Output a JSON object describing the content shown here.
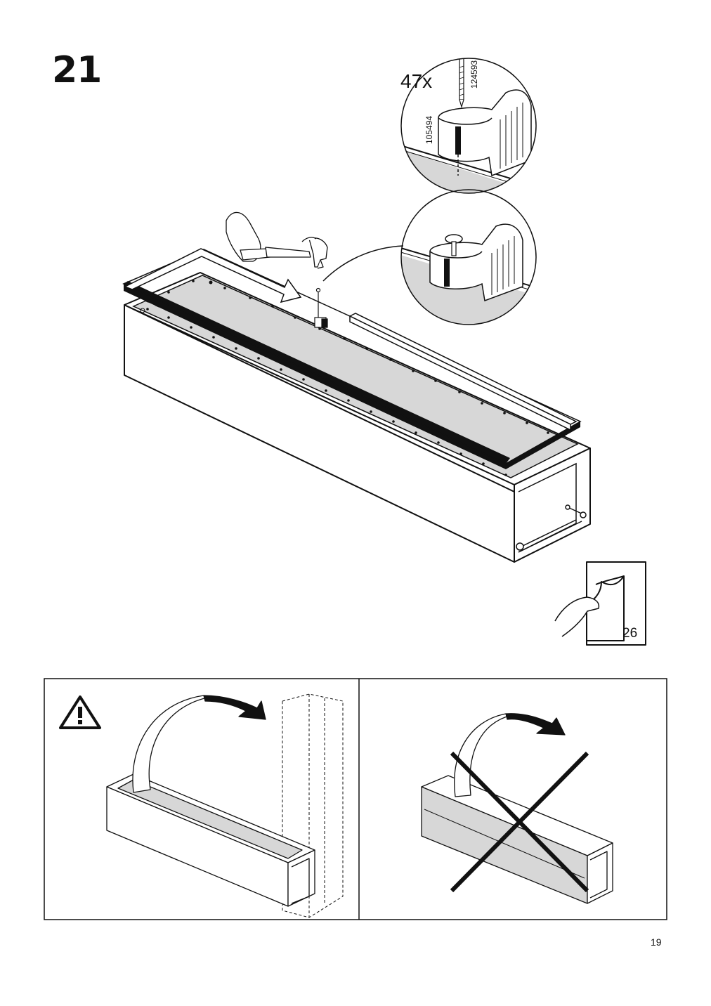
{
  "step": {
    "number": "21"
  },
  "detail": {
    "quantity": "47x",
    "part_nail": "124593",
    "part_clip": "105494"
  },
  "page_reference": {
    "label": "26"
  },
  "footer": {
    "page_number": "19"
  },
  "icons": {
    "warning": "warning-triangle-icon",
    "hammer": "hammer-icon",
    "page_turn": "page-turn-icon",
    "wrong": "cross-mark-icon"
  },
  "colors": {
    "panel_fill": "#d7d7d7",
    "line": "#111111"
  }
}
